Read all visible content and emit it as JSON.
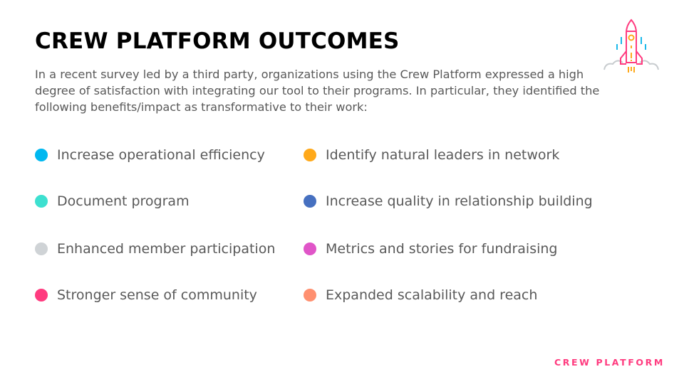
{
  "slide": {
    "title": "CREW PLATFORM OUTCOMES",
    "intro": "In a recent survey led by a third party, organizations using the Crew Platform expressed a high degree of satisfaction with integrating our tool to their programs. In particular, they identified the following benefits/impact as transformative to their work:",
    "footer": "CREW PLATFORM",
    "icon": "rocket-icon"
  },
  "benefits": {
    "left": [
      {
        "label": "Increase operational efficiency",
        "color": "#00b8f0"
      },
      {
        "label": "Document program",
        "color": "#3de0d0"
      },
      {
        "label": "Enhanced member participation",
        "color": "#cfd3d6"
      },
      {
        "label": "Stronger sense of community",
        "color": "#ff3b7f"
      }
    ],
    "right": [
      {
        "label": "Identify natural leaders in network",
        "color": "#ffa91a"
      },
      {
        "label": "Increase quality in relationship building",
        "color": "#4670c0"
      },
      {
        "label": "Metrics and stories for fundraising",
        "color": "#e055c8"
      },
      {
        "label": "Expanded scalability and reach",
        "color": "#ff9070"
      }
    ]
  }
}
